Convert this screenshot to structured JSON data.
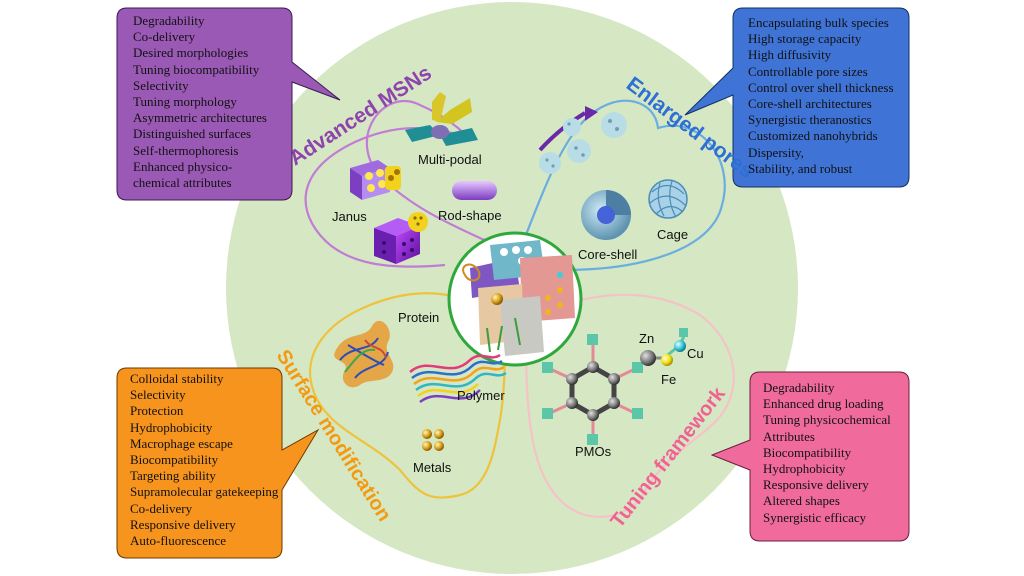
{
  "sections": {
    "advanced": {
      "title": "Advanced MSNs",
      "color": "#8e44ad",
      "items": [
        "Multi-podal",
        "Janus",
        "Rod-shape"
      ],
      "properties": [
        "Degradability",
        "Co-delivery",
        "Desired morphologies",
        "Tuning biocompatibility",
        "Selectivity",
        "Tuning morphology",
        "Asymmetric architectures",
        "Distinguished surfaces",
        "Self-thermophoresis",
        "Enhanced physico-",
        "chemical attributes"
      ]
    },
    "enlarged": {
      "title": "Enlarged pores",
      "color": "#2e6fd3",
      "items": [
        "Core-shell",
        "Cage"
      ],
      "properties": [
        "Encapsulating bulk species",
        "High storage capacity",
        "High diffusivity",
        "Controllable pore sizes",
        "Control over shell thickness",
        "Core-shell architectures",
        "Synergistic theranostics",
        "Customized nanohybrids",
        "Dispersity,",
        "Stability, and robust"
      ]
    },
    "surface": {
      "title": "Surface modification",
      "color": "#f29a12",
      "items": [
        "Protein",
        "Polymer",
        "Metals"
      ],
      "properties": [
        "Colloidal stability",
        "Selectivity",
        "Protection",
        "Hydrophobicity",
        "Macrophage escape",
        "Biocompatibility",
        "Targeting ability",
        "Supramolecular gatekeeping",
        "Co-delivery",
        "Responsive delivery",
        "Auto-fluorescence"
      ]
    },
    "tuning": {
      "title": "Tuning framework",
      "color": "#f06292",
      "items": [
        "PMOs",
        "Zn",
        "Cu",
        "Fe"
      ],
      "properties": [
        "Degradability",
        "Enhanced drug loading",
        "Tuning physicochemical",
        "Attributes",
        "Biocompatibility",
        "Hydrophobicity",
        "Responsive delivery",
        "Altered shapes",
        "Synergistic efficacy"
      ]
    }
  }
}
